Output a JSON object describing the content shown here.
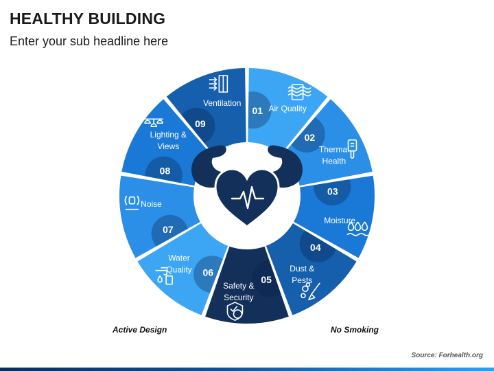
{
  "header": {
    "title": "HEALTHY BUILDING",
    "subtitle": "Enter your sub headline here"
  },
  "segments": [
    {
      "number": "01",
      "label_lines": [
        "Air Quality"
      ],
      "icon": "air-filter-icon",
      "color": "#3da6f4"
    },
    {
      "number": "02",
      "label_lines": [
        "Thermal",
        "Health"
      ],
      "icon": "thermometer-icon",
      "color": "#2b8fe8"
    },
    {
      "number": "03",
      "label_lines": [
        "Moisture"
      ],
      "icon": "water-drops-icon",
      "color": "#1a78d6"
    },
    {
      "number": "04",
      "label_lines": [
        "Dust &",
        "Pests"
      ],
      "icon": "pest-spray-icon",
      "color": "#165fad"
    },
    {
      "number": "05",
      "label_lines": [
        "Safety &",
        "Security"
      ],
      "icon": "shield-dollar-icon",
      "color": "#13305a"
    },
    {
      "number": "06",
      "label_lines": [
        "Water",
        "Quality"
      ],
      "icon": "water-faucet-icon",
      "color": "#3da6f4"
    },
    {
      "number": "07",
      "label_lines": [
        "Noise"
      ],
      "icon": "noise-sensor-icon",
      "color": "#2b8fe8"
    },
    {
      "number": "08",
      "label_lines": [
        "Lighting &",
        "Views"
      ],
      "icon": "ceiling-lights-icon",
      "color": "#1a78d6"
    },
    {
      "number": "09",
      "label_lines": [
        "Ventilation"
      ],
      "icon": "window-ventilation-icon",
      "color": "#165fad"
    }
  ],
  "center": {
    "icon": "strong-heart-icon",
    "color": "#13305a"
  },
  "notes": {
    "left": "Active Design",
    "right": "No Smoking"
  },
  "source": "Source: Forhealth.org"
}
